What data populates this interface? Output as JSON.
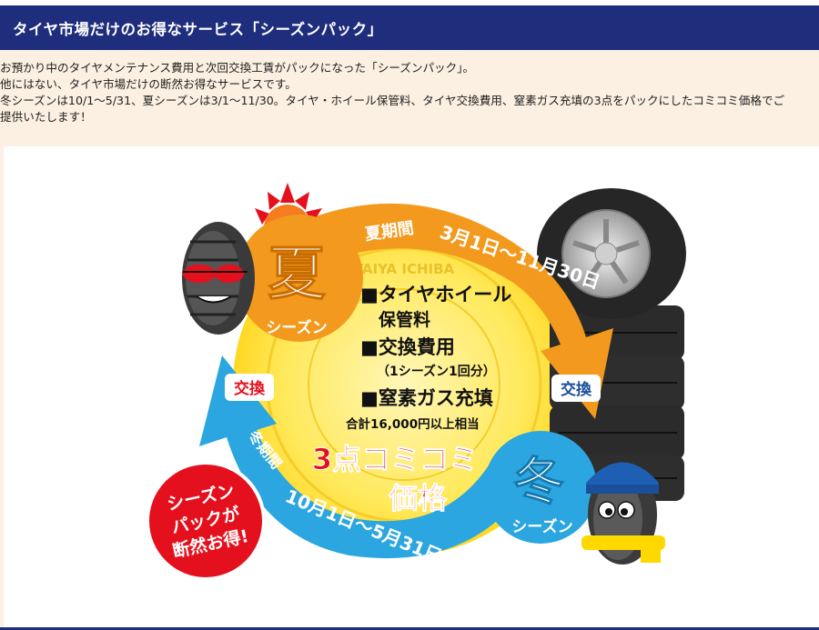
{
  "header": {
    "title": "タイヤ市場だけのお得なサービス「シーズンパック」"
  },
  "description": {
    "lines": [
      "お預かり中のタイヤメンテナンス費用と次回交換工賃がパックになった「シーズンパック」。",
      "他にはない、タイヤ市場だけの断然お得なサービスです。",
      "冬シーズンは10/1～5/31、夏シーズンは3/1～11/30。タイヤ・ホイール保管料、タイヤ交換費用、窒素ガス充填の3点をパックにしたコミコミ価格でご",
      "提供いたします！"
    ]
  },
  "graphic": {
    "summer": {
      "kanji": "夏",
      "label": "シーズン",
      "period_label": "夏期間",
      "period": "3月1日～11月30日"
    },
    "winter": {
      "kanji": "冬",
      "label": "シーズン",
      "period_label": "冬期間",
      "period": "10月1日～5月31日"
    },
    "exchange_label": "交換",
    "watermark": "TAIYA ICHIBA",
    "services": [
      "■タイヤホイール",
      "保管料",
      "■交換費用",
      "（1シーズン1回分）",
      "■窒素ガス充填"
    ],
    "total_note": "合計16,000円以上相当",
    "price_line1": "3点コミコミ",
    "price_line2": "価格",
    "badge_lines": [
      "シーズン",
      "パックが",
      "断然お得!"
    ],
    "colors": {
      "header_bg": "#1f2d7d",
      "summer_orange": "#f39a1e",
      "winter_blue": "#2ba6e0",
      "yellow_center": "#ffe14a",
      "badge_red": "#e5101d",
      "price_red": "#e5101d"
    }
  }
}
